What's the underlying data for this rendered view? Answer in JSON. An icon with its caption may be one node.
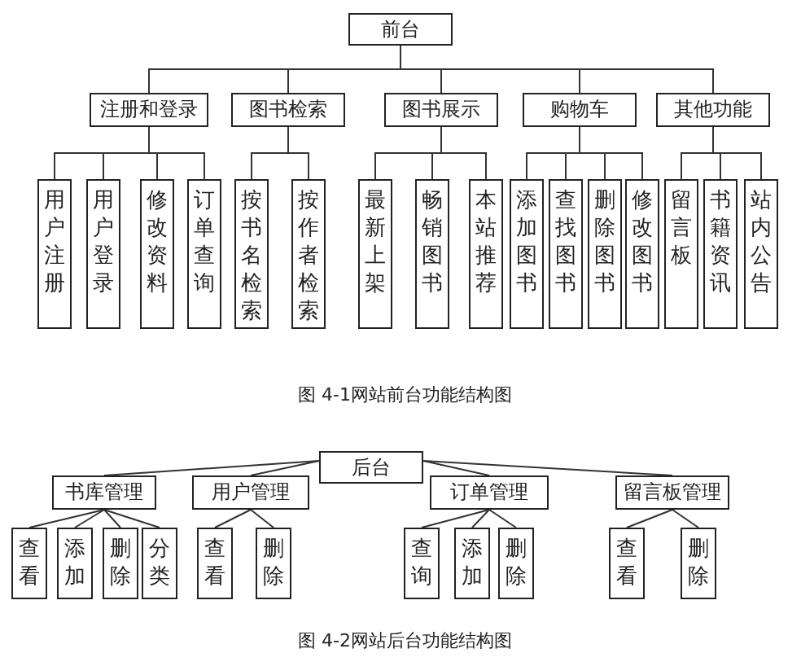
{
  "diagram": {
    "nodes": [
      {
        "text": [
          "前台"
        ]
      },
      {
        "text": [
          "注册和登录"
        ]
      },
      {
        "text": [
          "图书检索"
        ]
      },
      {
        "text": [
          "图书展示"
        ]
      },
      {
        "text": [
          "购物车"
        ]
      },
      {
        "text": [
          "其他功能"
        ]
      },
      {
        "text": [
          "用户注册"
        ]
      },
      {
        "text": [
          "用户登录"
        ]
      },
      {
        "text": [
          "修改资料"
        ]
      },
      {
        "text": [
          "订单查询"
        ]
      },
      {
        "text": [
          "按书名检索"
        ]
      },
      {
        "text": [
          "按作者检索"
        ]
      },
      {
        "text": [
          "最新上架"
        ]
      },
      {
        "text": [
          "畅销图书"
        ]
      },
      {
        "text": [
          "本站推荐"
        ]
      },
      {
        "text": [
          "添加图书"
        ]
      },
      {
        "text": [
          "查找图书"
        ]
      },
      {
        "text": [
          "删除图书"
        ]
      },
      {
        "text": [
          "修改图书"
        ]
      },
      {
        "text": [
          "留言板"
        ]
      },
      {
        "text": [
          "书籍资讯"
        ]
      },
      {
        "text": [
          "站内公告"
        ]
      },
      {
        "text": [
          "后台"
        ]
      },
      {
        "text": [
          "书库管理"
        ]
      },
      {
        "text": [
          "用户管理"
        ]
      },
      {
        "text": [
          "订单管理"
        ]
      },
      {
        "text": [
          "留言板管理"
        ]
      },
      {
        "text": [
          "查看"
        ]
      },
      {
        "text": [
          "添加"
        ]
      },
      {
        "text": [
          "删除"
        ]
      },
      {
        "text": [
          "分类"
        ]
      },
      {
        "text": [
          "查看"
        ]
      },
      {
        "text": [
          "删除"
        ]
      },
      {
        "text": [
          "查询"
        ]
      },
      {
        "text": [
          "添加"
        ]
      },
      {
        "text": [
          "删除"
        ]
      },
      {
        "text": [
          "查看"
        ]
      },
      {
        "text": [
          "删除"
        ]
      }
    ],
    "edges": [
      {
        "from": 0,
        "to": 1,
        "arrow": "none"
      },
      {
        "from": 0,
        "to": 2,
        "arrow": "none"
      },
      {
        "from": 0,
        "to": 3,
        "arrow": "none"
      },
      {
        "from": 0,
        "to": 4,
        "arrow": "none"
      },
      {
        "from": 0,
        "to": 5,
        "arrow": "none"
      },
      {
        "from": 1,
        "to": 6,
        "arrow": "none"
      },
      {
        "from": 1,
        "to": 7,
        "arrow": "none"
      },
      {
        "from": 1,
        "to": 8,
        "arrow": "none"
      },
      {
        "from": 1,
        "to": 9,
        "arrow": "none"
      },
      {
        "from": 2,
        "to": 10,
        "arrow": "none"
      },
      {
        "from": 2,
        "to": 11,
        "arrow": "none"
      },
      {
        "from": 3,
        "to": 12,
        "arrow": "none"
      },
      {
        "from": 3,
        "to": 13,
        "arrow": "none"
      },
      {
        "from": 3,
        "to": 14,
        "arrow": "none"
      },
      {
        "from": 4,
        "to": 15,
        "arrow": "none"
      },
      {
        "from": 4,
        "to": 16,
        "arrow": "none"
      },
      {
        "from": 4,
        "to": 17,
        "arrow": "none"
      },
      {
        "from": 4,
        "to": 18,
        "arrow": "none"
      },
      {
        "from": 5,
        "to": 19,
        "arrow": "none"
      },
      {
        "from": 5,
        "to": 20,
        "arrow": "none"
      },
      {
        "from": 5,
        "to": 21,
        "arrow": "none"
      },
      {
        "from": 22,
        "to": 23,
        "arrow": "none"
      },
      {
        "from": 22,
        "to": 24,
        "arrow": "none"
      },
      {
        "from": 22,
        "to": 25,
        "arrow": "none"
      },
      {
        "from": 22,
        "to": 26,
        "arrow": "none"
      },
      {
        "from": 23,
        "to": 27,
        "arrow": "none"
      },
      {
        "from": 23,
        "to": 28,
        "arrow": "none"
      },
      {
        "from": 23,
        "to": 29,
        "arrow": "none"
      },
      {
        "from": 23,
        "to": 30,
        "arrow": "none"
      },
      {
        "from": 24,
        "to": 31,
        "arrow": "none"
      },
      {
        "from": 24,
        "to": 32,
        "arrow": "none"
      },
      {
        "from": 25,
        "to": 33,
        "arrow": "none"
      },
      {
        "from": 25,
        "to": 34,
        "arrow": "none"
      },
      {
        "from": 25,
        "to": 35,
        "arrow": "none"
      },
      {
        "from": 26,
        "to": 36,
        "arrow": "none"
      },
      {
        "from": 26,
        "to": 37,
        "arrow": "none"
      }
    ],
    "labels": [
      "图 4-1网站前台功能结构图",
      "图 4-2网站后台功能结构图"
    ]
  }
}
